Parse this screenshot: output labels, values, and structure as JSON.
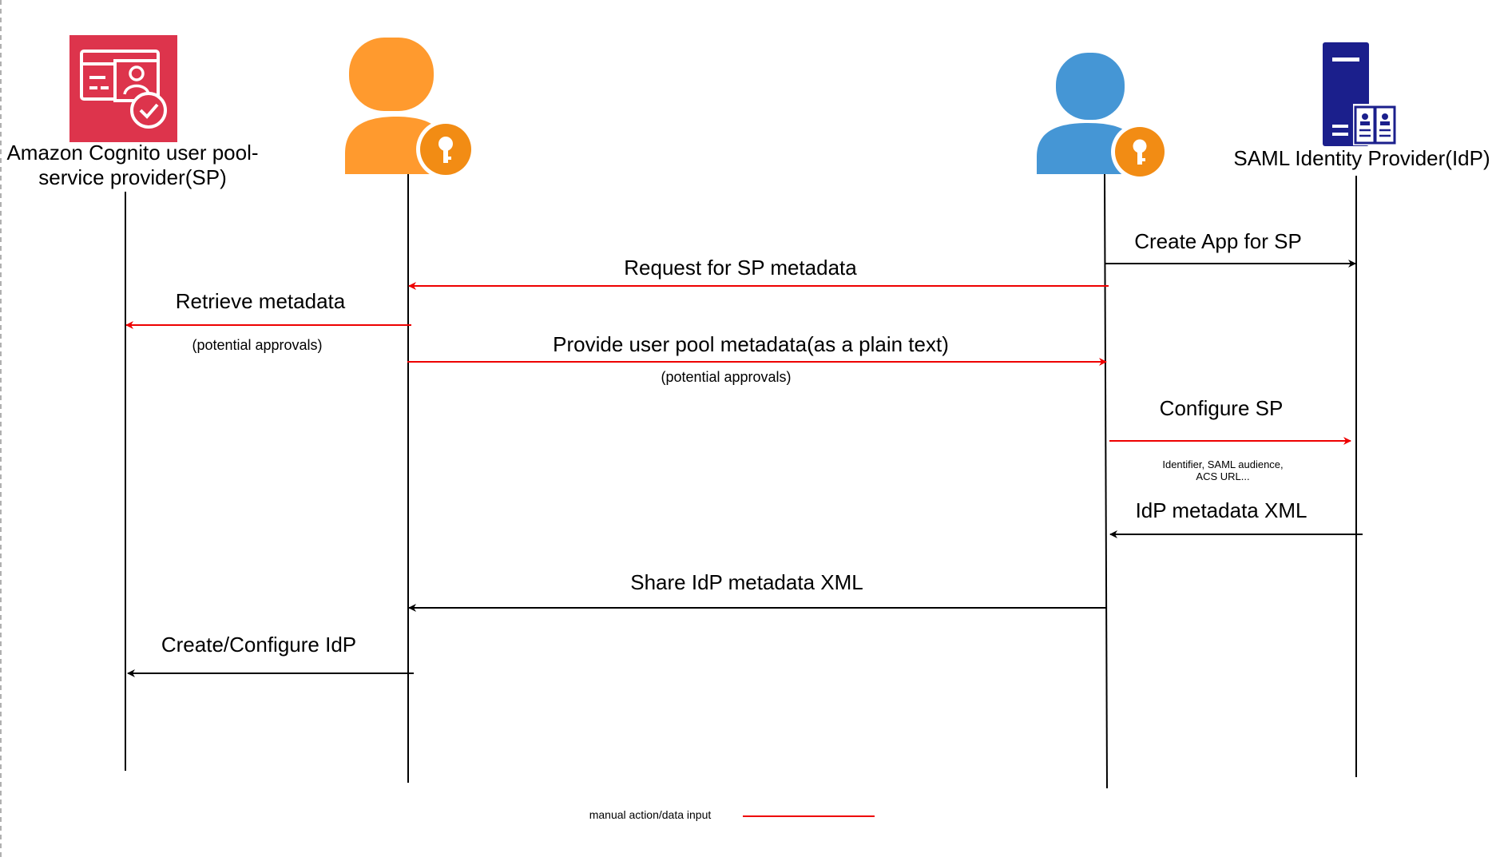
{
  "actors": [
    {
      "id": "cognito",
      "label_lines": [
        "Amazon Cognito user pool-",
        "service provider(SP)"
      ],
      "icon": "cognito-identity-card-icon",
      "color": "#dd344c"
    },
    {
      "id": "admin-sp",
      "label_lines": [],
      "icon": "user-with-key-icon",
      "color": "#ff9a2e"
    },
    {
      "id": "admin-idp",
      "label_lines": [],
      "icon": "user-with-key-icon",
      "color": "#4596d5"
    },
    {
      "id": "saml-idp",
      "label_lines": [
        "SAML Identity Provider(IdP)"
      ],
      "icon": "server-directory-icon",
      "color": "#1b1f8c"
    }
  ],
  "messages": [
    {
      "id": "create-app",
      "label": "Create App for SP",
      "note": "",
      "color": "#000000"
    },
    {
      "id": "request-metadata",
      "label": "Request for SP metadata",
      "note": "",
      "color": "#ee0000"
    },
    {
      "id": "retrieve-metadata",
      "label": "Retrieve metadata",
      "note": "(potential approvals)",
      "color": "#ee0000"
    },
    {
      "id": "provide-metadata",
      "label": "Provide user pool metadata(as a plain text)",
      "note": "(potential approvals)",
      "color": "#ee0000"
    },
    {
      "id": "configure-sp",
      "label": "Configure SP",
      "note_lines": [
        "Identifier, SAML audience,",
        "ACS URL..."
      ],
      "color": "#ee0000"
    },
    {
      "id": "idp-metadata",
      "label": "IdP metadata XML",
      "note": "",
      "color": "#000000"
    },
    {
      "id": "share-metadata",
      "label": "Share IdP metadata XML",
      "note": "",
      "color": "#000000"
    },
    {
      "id": "create-idp",
      "label": "Create/Configure IdP",
      "note": "",
      "color": "#000000"
    }
  ],
  "legend": {
    "label": "manual action/data input",
    "color": "#ee0000"
  },
  "colors": {
    "manual": "#ee0000",
    "automatic": "#000000",
    "key_badge": "#f28c14",
    "key": "#ffffff"
  }
}
